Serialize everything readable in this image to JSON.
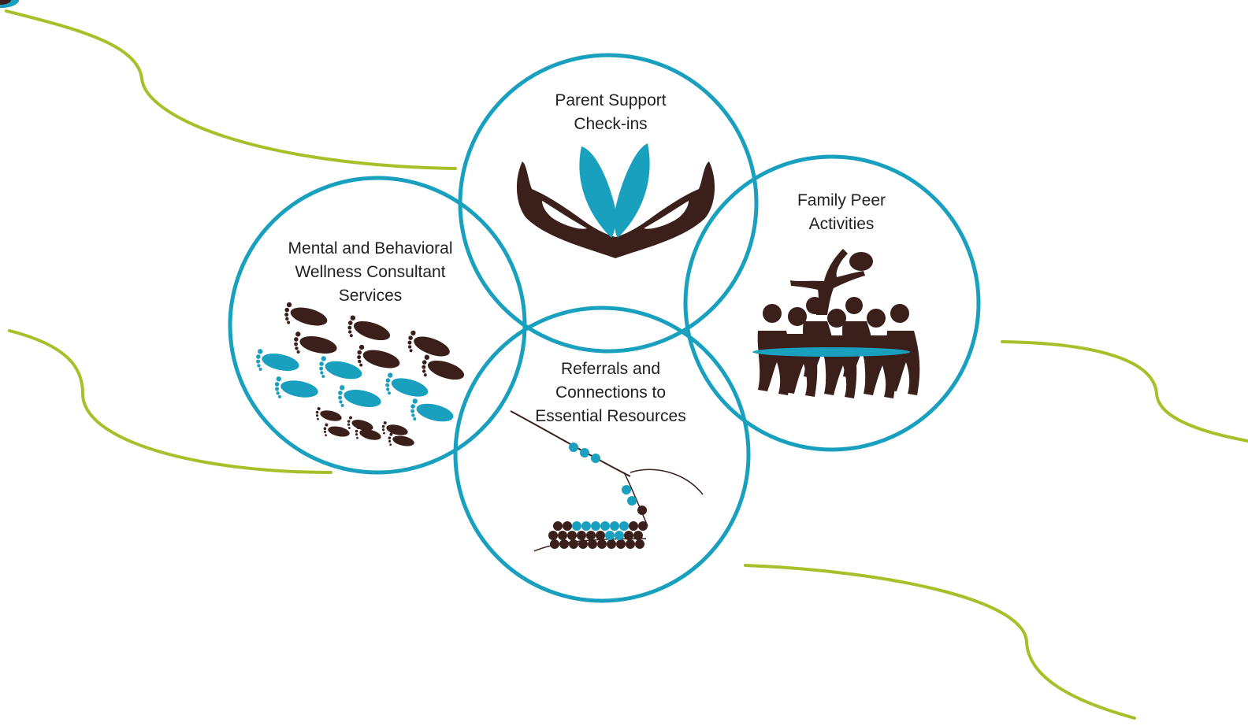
{
  "colors": {
    "circle": "#1aa0bf",
    "accent_line": "#a8bf2a",
    "icon_brown": "#3b1f1a",
    "icon_teal": "#1aa0bf",
    "text": "#231f20"
  },
  "nodes": [
    {
      "id": "parent-support",
      "icon": "hands-heart-icon",
      "label_lines": [
        "Parent Support",
        "Check-ins"
      ]
    },
    {
      "id": "family-peer",
      "icon": "group-celebration-icon",
      "label_lines": [
        "Family Peer",
        "Activities"
      ]
    },
    {
      "id": "mental-behavioral",
      "icon": "footprints-icon",
      "label_lines": [
        "Mental and Behavioral",
        "Wellness Consultant",
        "Services"
      ]
    },
    {
      "id": "referrals",
      "icon": "beadwork-needle-icon",
      "label_lines": [
        "Referrals and",
        "Connections to",
        "Essential Resources"
      ]
    }
  ]
}
